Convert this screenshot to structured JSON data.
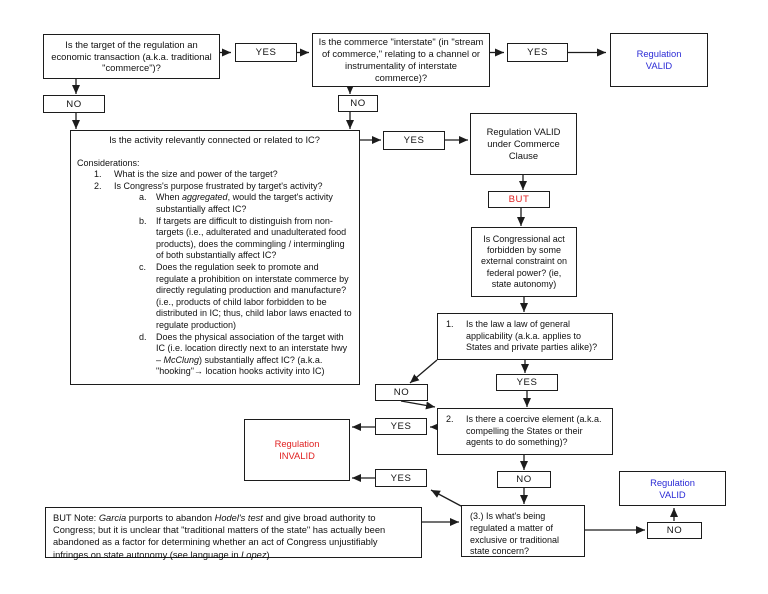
{
  "colors": {
    "valid_blue": "#2b2bd6",
    "invalid_red": "#e02222",
    "line": "#1c1c1c"
  },
  "labels": {
    "yes": "YES",
    "no": "NO",
    "but": "BUT"
  },
  "nodes": {
    "q_economic": "Is the target of the regulation an economic transaction (a.k.a. traditional \"commerce\")?",
    "q_interstate": "Is the commerce \"interstate\" (in \"stream of commerce,\" relating to a channel or instrumentality of interstate commerce)?",
    "reg_valid": "Regulation VALID",
    "reg_valid_cc": "Regulation VALID under Commerce Clause",
    "q_constraint": "Is Congressional act forbidden by some external constraint on federal power? (ie, state autonomy)",
    "reg_invalid": "Regulation INVALID"
  },
  "activity_box": {
    "question": "Is the activity relevantly connected or related to IC?",
    "heading": "Considerations:",
    "item1_num": "1.",
    "item1_text": "What is the size and power of the target?",
    "item2_num": "2.",
    "item2_text": "Is Congress's purpose frustrated by target's activity?",
    "sub_a_num": "a.",
    "sub_a_pre": "When ",
    "sub_a_em": "aggregated",
    "sub_a_post": ", would the target's activity substantially affect IC?",
    "sub_b_num": "b.",
    "sub_b_text": "If targets are difficult to distinguish from non-targets (i.e., adulterated and unadulterated food products), does the commingling / intermingling of both substantially affect IC?",
    "sub_c_num": "c.",
    "sub_c_text": "Does the regulation seek to promote and regulate a prohibition on interstate commerce by directly regulating production and manufacture? (i.e., products of child labor forbidden to be distributed in IC; thus, child labor laws enacted to regulate production)",
    "sub_d_num": "d.",
    "sub_d_pre": "Does the physical association of the target with IC (i.e. location directly next to an interstate hwy – ",
    "sub_d_em": "McClung",
    "sub_d_post": ") substantially affect IC? (a.k.a. \"hooking\"→ location hooks activity into IC)"
  },
  "q1": {
    "num": "1.",
    "text": "Is the law a law of general applicability (a.k.a. applies to States and private parties alike)?"
  },
  "q2": {
    "num": "2.",
    "text": "Is there a coercive element (a.k.a. compelling the States or their agents to do something)?"
  },
  "q3": {
    "text": "(3.) Is what's being regulated a matter of exclusive or traditional state concern?"
  },
  "note": {
    "pre": "BUT Note: ",
    "em1": "Garcia",
    "mid1": " purports to abandon ",
    "em2": "Hodel's test",
    "mid2": " and give broad authority to Congress; but it is unclear that \"traditional matters of the state\" has actually been abandoned as a factor for determining whether an act of Congress unjustifiably infringes on state autonomy (see language in ",
    "em3": "Lopez",
    "post": ")"
  }
}
